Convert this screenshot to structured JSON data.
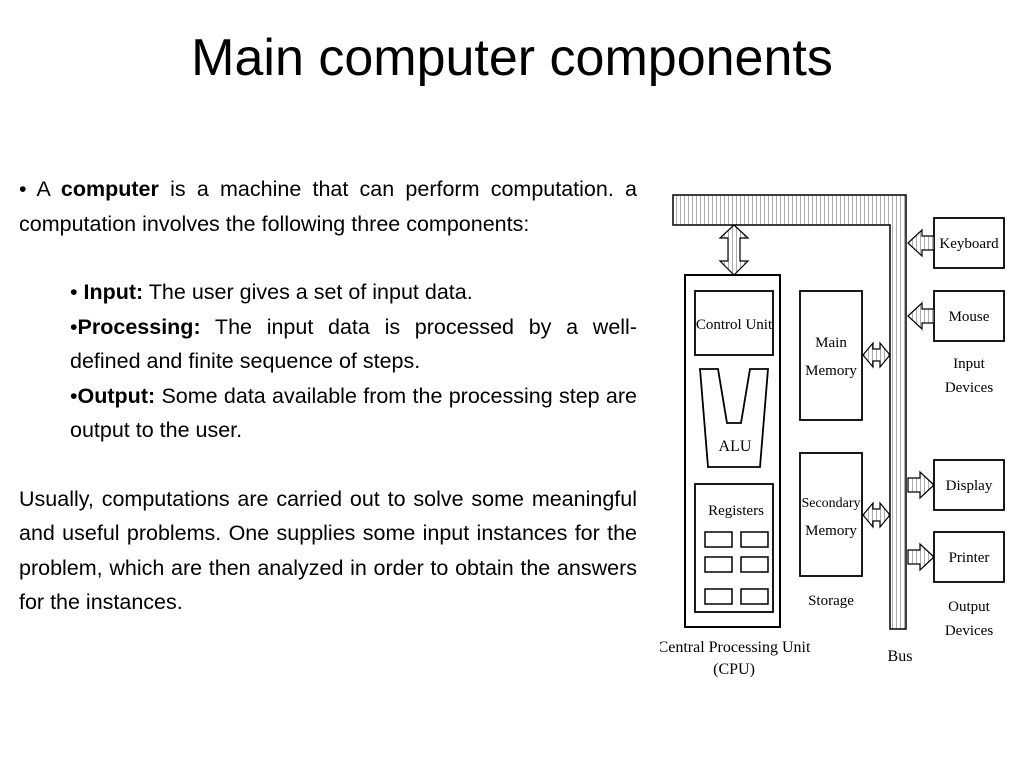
{
  "title": "Main computer components",
  "intro": {
    "bullet": "•",
    "pre": " A ",
    "bold": "computer",
    "post": " is a machine that can perform computation. a computation involves the following three components:"
  },
  "components": [
    {
      "bullet": "• ",
      "term": "Input:",
      "text": " The user gives a set of input data."
    },
    {
      "bullet": "•",
      "term": "Processing:",
      "text": " The input data is processed by a well-defined and finite sequence of steps."
    },
    {
      "bullet": "•",
      "term": "Output:",
      "text": " Some data available from the processing step are output to the user."
    }
  ],
  "closing": "Usually, computations are carried out to solve some meaningful and useful problems. One supplies some input instances for the problem, which are then analyzed in order to obtain the answers for the instances.",
  "diagram": {
    "control_unit": "Control Unit",
    "alu": "ALU",
    "registers": "Registers",
    "cpu_line1": "Central Processing Unit",
    "cpu_line2": "(CPU)",
    "main_memory_line1": "Main",
    "main_memory_line2": "Memory",
    "secondary_memory_line1": "Secondary",
    "secondary_memory_line2": "Memory",
    "storage": "Storage",
    "keyboard": "Keyboard",
    "mouse": "Mouse",
    "input_devices_line1": "Input",
    "input_devices_line2": "Devices",
    "display": "Display",
    "printer": "Printer",
    "output_devices_line1": "Output",
    "output_devices_line2": "Devices",
    "bus": "Bus"
  }
}
